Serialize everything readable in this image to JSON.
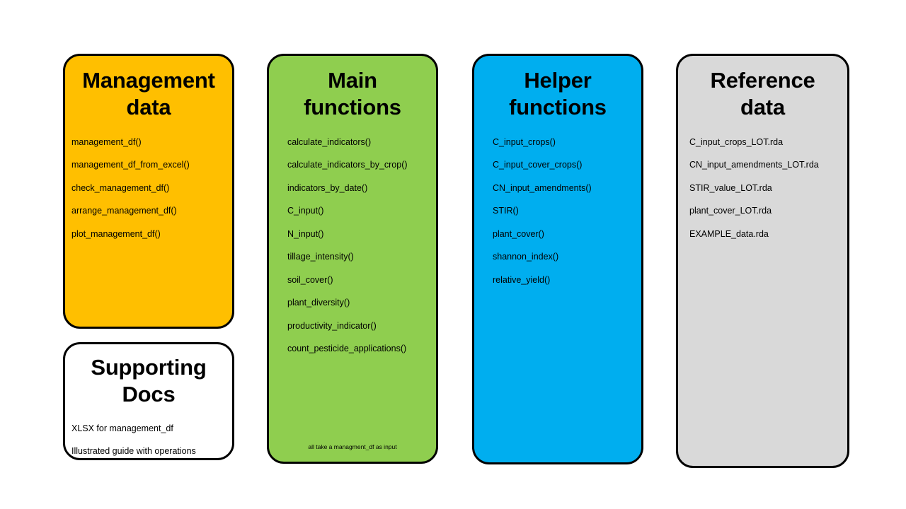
{
  "diagram": {
    "background_color": "#FFFFFF",
    "columns": [
      {
        "id": "management-data",
        "title": "Management data",
        "fill_color": "#FFBF00",
        "items": [
          "management_df()",
          "management_df_from_excel()",
          "check_management_df()",
          "arrange_management_df()",
          "plot_management_df()"
        ]
      },
      {
        "id": "supporting-docs",
        "title": "Supporting Docs",
        "fill_color": "#FFFFFF",
        "items": [
          "XLSX for management_df",
          "Illustrated guide with operations"
        ]
      },
      {
        "id": "main-functions",
        "title": "Main functions",
        "fill_color": "#8FCE4F",
        "footnote": "all take a managment_df as input",
        "items": [
          "calculate_indicators()",
          "calculate_indicators_by_crop()",
          "indicators_by_date()",
          "C_input()",
          "N_input()",
          "tillage_intensity()",
          "soil_cover()",
          "plant_diversity()",
          "productivity_indicator()",
          "count_pesticide_applications()"
        ]
      },
      {
        "id": "helper-functions",
        "title": "Helper functions",
        "fill_color": "#00AEEF",
        "items": [
          "C_input_crops()",
          "C_input_cover_crops()",
          "CN_input_amendments()",
          "STIR()",
          "plant_cover()",
          "shannon_index()",
          "relative_yield()"
        ]
      },
      {
        "id": "reference-data",
        "title": "Reference data",
        "fill_color": "#D9D9D9",
        "items": [
          "C_input_crops_LOT.rda",
          "CN_input_amendments_LOT.rda",
          "STIR_value_LOT.rda",
          "plant_cover_LOT.rda",
          "EXAMPLE_data.rda"
        ]
      }
    ]
  }
}
